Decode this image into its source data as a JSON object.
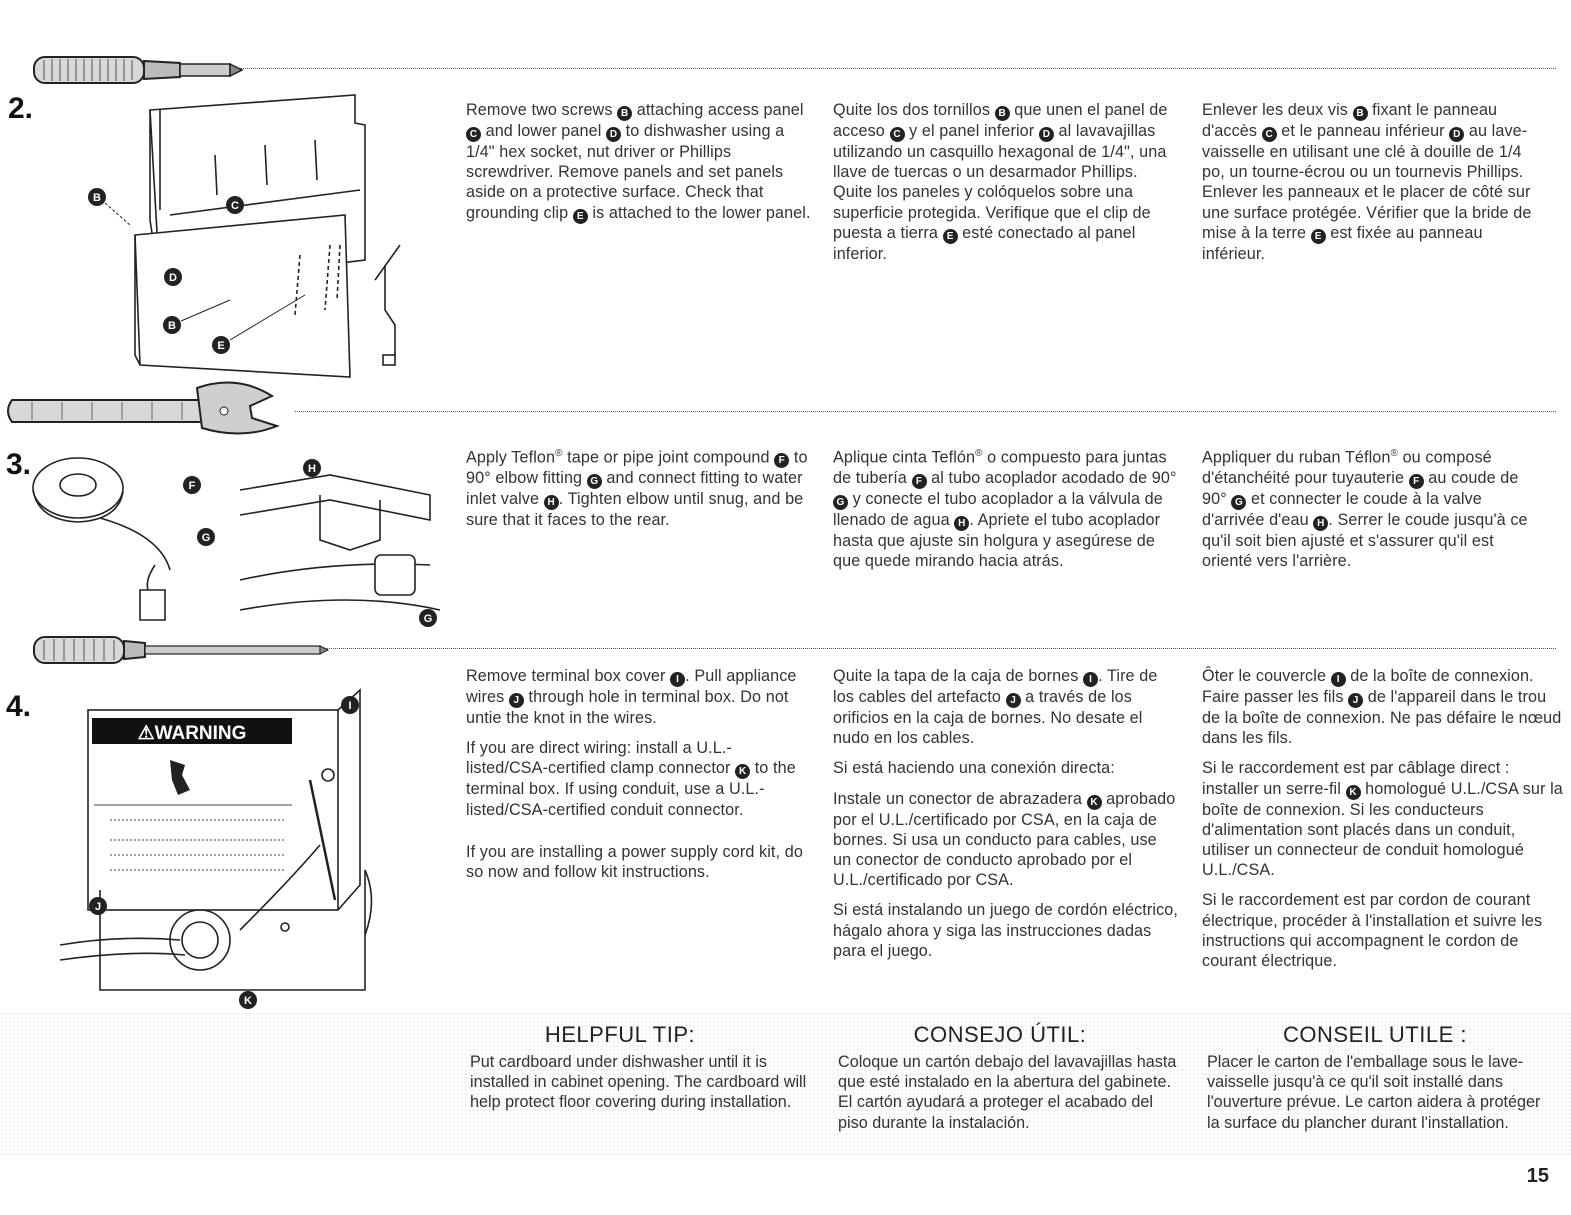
{
  "page_number": "15",
  "steps": [
    {
      "number": "2.",
      "english": [
        [
          {
            "t": "Remove two screws "
          },
          {
            "c": "B"
          },
          {
            "t": " attaching access panel "
          },
          {
            "c": "C"
          },
          {
            "t": " and lower panel "
          },
          {
            "c": "D"
          },
          {
            "t": " to dishwasher using a 1/4\" hex socket, nut driver or Phillips screwdriver. Remove panels and set panels aside on a protective surface. Check that grounding clip "
          },
          {
            "c": "E"
          },
          {
            "t": " is attached to the lower panel."
          }
        ]
      ],
      "spanish": [
        [
          {
            "t": "Quite los dos tornillos "
          },
          {
            "c": "B"
          },
          {
            "t": " que unen el panel de acceso "
          },
          {
            "c": "C"
          },
          {
            "t": " y el panel inferior "
          },
          {
            "c": "D"
          },
          {
            "t": " al lavavajillas utilizando un casquillo hexagonal de 1/4\", una llave de tuercas o un desarmador Phillips. Quite los paneles y colóquelos sobre una superficie protegida. Verifique que el clip de puesta a tierra "
          },
          {
            "c": "E"
          },
          {
            "t": " esté conectado al panel inferior."
          }
        ]
      ],
      "french": [
        [
          {
            "t": "Enlever les deux vis "
          },
          {
            "c": "B"
          },
          {
            "t": " fixant le panneau d'accès "
          },
          {
            "c": "C"
          },
          {
            "t": " et le panneau inférieur "
          },
          {
            "c": "D"
          },
          {
            "t": " au lave-vaisselle en utilisant une clé à douille de 1/4 po, un tourne-écrou ou un tournevis Phillips. Enlever les panneaux et le placer de côté sur une surface protégée. Vérifier que la bride de mise à la terre "
          },
          {
            "c": "E"
          },
          {
            "t": " est fixée au panneau inférieur."
          }
        ]
      ]
    },
    {
      "number": "3.",
      "english": [
        [
          {
            "t": "Apply Teflon"
          },
          {
            "s": "®"
          },
          {
            "t": " tape or pipe joint compound "
          },
          {
            "c": "F"
          },
          {
            "t": " to 90° elbow fitting "
          },
          {
            "c": "G"
          },
          {
            "t": " and connect fitting to water inlet valve "
          },
          {
            "c": "H"
          },
          {
            "t": ". Tighten elbow until snug, and be sure that it faces to the rear."
          }
        ]
      ],
      "spanish": [
        [
          {
            "t": "Aplique cinta Teflón"
          },
          {
            "s": "®"
          },
          {
            "t": " o compuesto para juntas de tubería "
          },
          {
            "c": "F"
          },
          {
            "t": " al tubo acoplador acodado de 90° "
          },
          {
            "c": "G"
          },
          {
            "t": " y conecte el tubo acoplador a la válvula de llenado de agua "
          },
          {
            "c": "H"
          },
          {
            "t": ". Apriete el tubo acoplador hasta que ajuste sin holgura y asegúrese de que quede mirando hacia atrás."
          }
        ]
      ],
      "french": [
        [
          {
            "t": "Appliquer du ruban Téflon"
          },
          {
            "s": "®"
          },
          {
            "t": " ou composé d'étanchéité pour tuyauterie "
          },
          {
            "c": "F"
          },
          {
            "t": " au coude de 90° "
          },
          {
            "c": "G"
          },
          {
            "t": " et connecter le coude à la valve d'arrivée d'eau "
          },
          {
            "c": "H"
          },
          {
            "t": ". Serrer le coude jusqu'à ce qu'il soit bien ajusté et s'assurer qu'il est orienté vers l'arrière."
          }
        ]
      ]
    },
    {
      "number": "4.",
      "warning_label": "⚠WARNING",
      "english": [
        [
          {
            "t": "Remove terminal box cover "
          },
          {
            "c": "I"
          },
          {
            "t": ". Pull appliance wires "
          },
          {
            "c": "J"
          },
          {
            "t": " through hole in terminal box. Do not untie the knot in the wires."
          }
        ],
        [
          {
            "t": "If you are direct wiring: install a U.L.-listed/CSA-certified clamp connector "
          },
          {
            "c": "K"
          },
          {
            "t": " to the terminal box. If using conduit, use a U.L.-listed/CSA-certified conduit connector."
          }
        ],
        [
          {
            "t": "If you are installing a power supply cord kit, do so now and follow kit instructions."
          }
        ]
      ],
      "spanish": [
        [
          {
            "t": "Quite la tapa de la caja de bornes "
          },
          {
            "c": "I"
          },
          {
            "t": ". Tire de los cables del artefacto "
          },
          {
            "c": "J"
          },
          {
            "t": " a través de los orificios en la caja de bornes. No desate el nudo en los cables."
          }
        ],
        [
          {
            "t": "Si está haciendo una conexión directa:"
          }
        ],
        [
          {
            "t": "Instale un conector de abrazadera "
          },
          {
            "c": "K"
          },
          {
            "t": " aprobado por el U.L./certificado por CSA, en la caja de bornes. Si usa un conducto para cables, use un conector de conducto aprobado por el U.L./certificado por CSA."
          }
        ],
        [
          {
            "t": "Si está instalando un juego de cordón eléctrico, hágalo ahora y siga las instrucciones dadas para el juego."
          }
        ]
      ],
      "french": [
        [
          {
            "t": "Ôter le couvercle "
          },
          {
            "c": "I"
          },
          {
            "t": " de la boîte de connexion. Faire passer les fils "
          },
          {
            "c": "J"
          },
          {
            "t": " de l'appareil dans le trou de la boîte de connexion. Ne pas défaire le nœud dans les fils."
          }
        ],
        [
          {
            "t": "Si le raccordement est par câblage direct : installer un serre-fil "
          },
          {
            "c": "K"
          },
          {
            "t": " homologué U.L./CSA sur la boîte de connexion. Si les conducteurs d'alimentation sont placés dans un conduit, utiliser un connecteur de conduit homologué U.L./CSA."
          }
        ],
        [
          {
            "t": "Si le raccordement est par cordon de courant électrique, procéder à l'installation et suivre les instructions qui accompagnent le cordon de courant électrique."
          }
        ]
      ]
    }
  ],
  "tips": [
    {
      "title": "HELPFUL TIP:",
      "text": "Put cardboard under dishwasher until it is installed in cabinet opening. The cardboard will help protect floor covering during installation."
    },
    {
      "title": "CONSEJO ÚTIL:",
      "text": "Coloque un cartón debajo del lavavajillas hasta que esté instalado en la abertura del gabinete. El cartón ayudará a proteger el acabado del piso durante la instalación."
    },
    {
      "title": "CONSEIL UTILE :",
      "text": "Placer le carton de l'emballage sous le lave-vaisselle jusqu'à ce qu'il soit installé dans l'ouverture prévue. Le carton aidera à protéger la surface du plancher durant l'installation."
    }
  ]
}
